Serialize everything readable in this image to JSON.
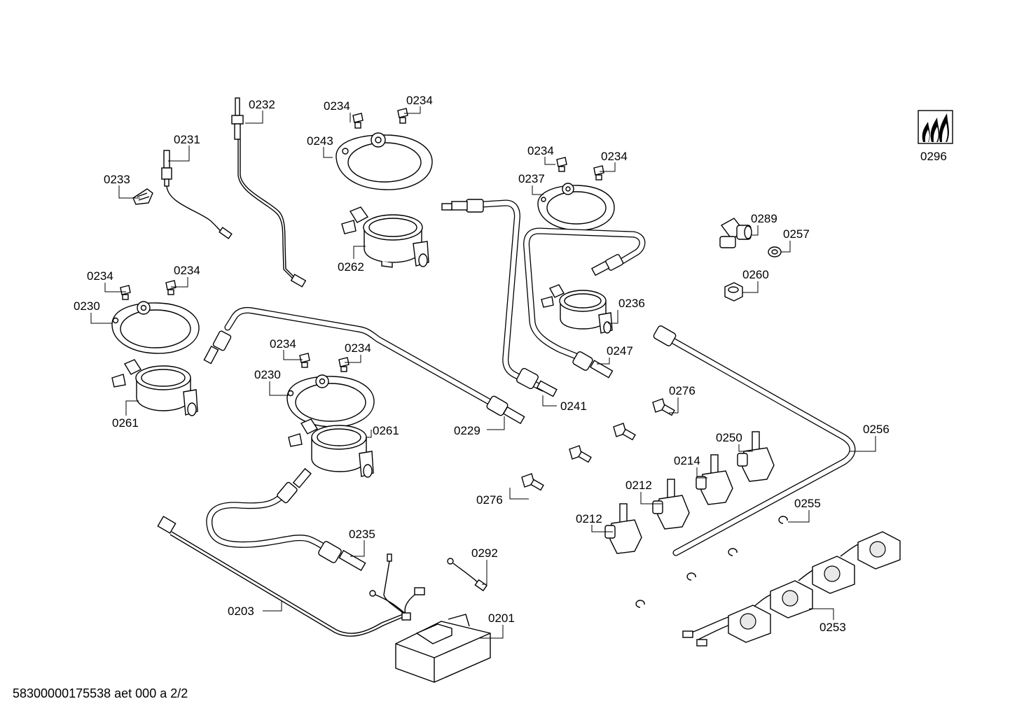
{
  "diagram": {
    "labels": {
      "l0232": "0232",
      "l0231": "0231",
      "l0233": "0233",
      "l0234a": "0234",
      "l0234b": "0234",
      "l0243": "0243",
      "l0262": "0262",
      "l0234c": "0234",
      "l0234d": "0234",
      "l0237": "0237",
      "l0234e": "0234",
      "l0234f": "0234",
      "l0230a": "0230",
      "l0261a": "0261",
      "l0234g": "0234",
      "l0234h": "0234",
      "l0230b": "0230",
      "l0261b": "0261",
      "l0229": "0229",
      "l0241": "0241",
      "l0236": "0236",
      "l0247": "0247",
      "l0289": "0289",
      "l0257": "0257",
      "l0260": "0260",
      "l0296": "0296",
      "l0276a": "0276",
      "l0276b": "0276",
      "l0256": "0256",
      "l0250": "0250",
      "l0214": "0214",
      "l0212a": "0212",
      "l0212b": "0212",
      "l0255": "0255",
      "l0253": "0253",
      "l0235": "0235",
      "l0292": "0292",
      "l0203": "0203",
      "l0201": "0201"
    }
  },
  "footer": {
    "doc_id": "58300000175538 aet 000 a 2/2"
  }
}
